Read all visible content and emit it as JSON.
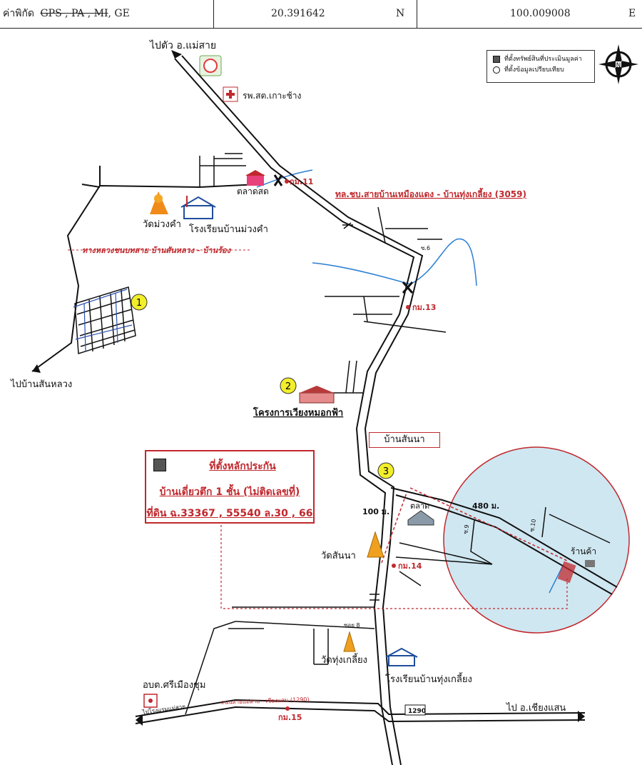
{
  "header": {
    "coord_label": "ค่าพิกัด",
    "systems_struck": "GPS , PA , MI",
    "system_active": "GE",
    "lat_value": "20.391642",
    "lat_dir": "N",
    "lon_value": "100.009008",
    "lon_dir": "E"
  },
  "legend": {
    "item_asset": "ที่ตั้งทรัพย์สินที่ประเมินมูลค่า",
    "item_compare": "ที่ตั้งข้อมูลเปรียบเทียบ",
    "compass_letter": "N"
  },
  "places": {
    "to_maesai": "ไปตัว อ.แม่สาย",
    "hospital": "รพ.สต.เกาะช้าง",
    "market_fresh": "ตลาดสด",
    "km11": "กม.11",
    "road_3059": "ทล.ชบ.สายบ้านเหมืองแดง - บ้านทุ่งเกลี้ยง (3059)",
    "wat_muangkham": "วัดม่วงคำ",
    "school_muangkham": "โรงเรียนบ้านม่วงคำ",
    "rural_road": "ทางหลวงชนบทสาย บ้านสันหลวง - บ้านร้อง",
    "to_sanluang": "ไปบ้านสันหลวง",
    "soi6": "ซ.6",
    "km13": "กม.13",
    "project": "โครงการเวียงหมอกฟ้า",
    "village_sanna": "บ้านสันนา",
    "market": "ตลาด",
    "dist_100": "100 ม.",
    "dist_480": "480 ม.",
    "soi9": "ซ.9",
    "soi10": "ซ.10",
    "shop": "ร้านค้า",
    "wat_sanna": "วัดสันนา",
    "km14": "กม.14",
    "soi8": "ซอย 8",
    "wat_thungkliang": "วัดทุ่งเกลี้ยง",
    "school_thungkliang": "โรงเรียนบ้านทุ่งเกลี้ยง",
    "sao_sri": "อบต.ศรีเมืองชุม",
    "road_1290": "ถนนสายแม่สาย - เชียงแสน (1290)",
    "km15": "กม.15",
    "to_chiangsaen": "ไป อ.เชียงแสน",
    "route_1290": "1290",
    "to_left_bottom": "ไปโรงแรมแม่สาย"
  },
  "markers": {
    "m1": "1",
    "m2": "2",
    "m3": "3"
  },
  "info_box": {
    "title": "ที่ตั้งหลักประกัน",
    "line2": "บ้านเดี่ยวตึก 1 ชั้น (ไม่ติดเลขที่)",
    "line3": "ที่ดิน ฉ.33367 , 55540 ล.30 , 66"
  },
  "colors": {
    "road": "#111111",
    "label_red": "#c0282d",
    "river": "#2a7fd4",
    "zoom_circle": "#cfe7f1",
    "marker_yellow": "#f2ee2a"
  }
}
